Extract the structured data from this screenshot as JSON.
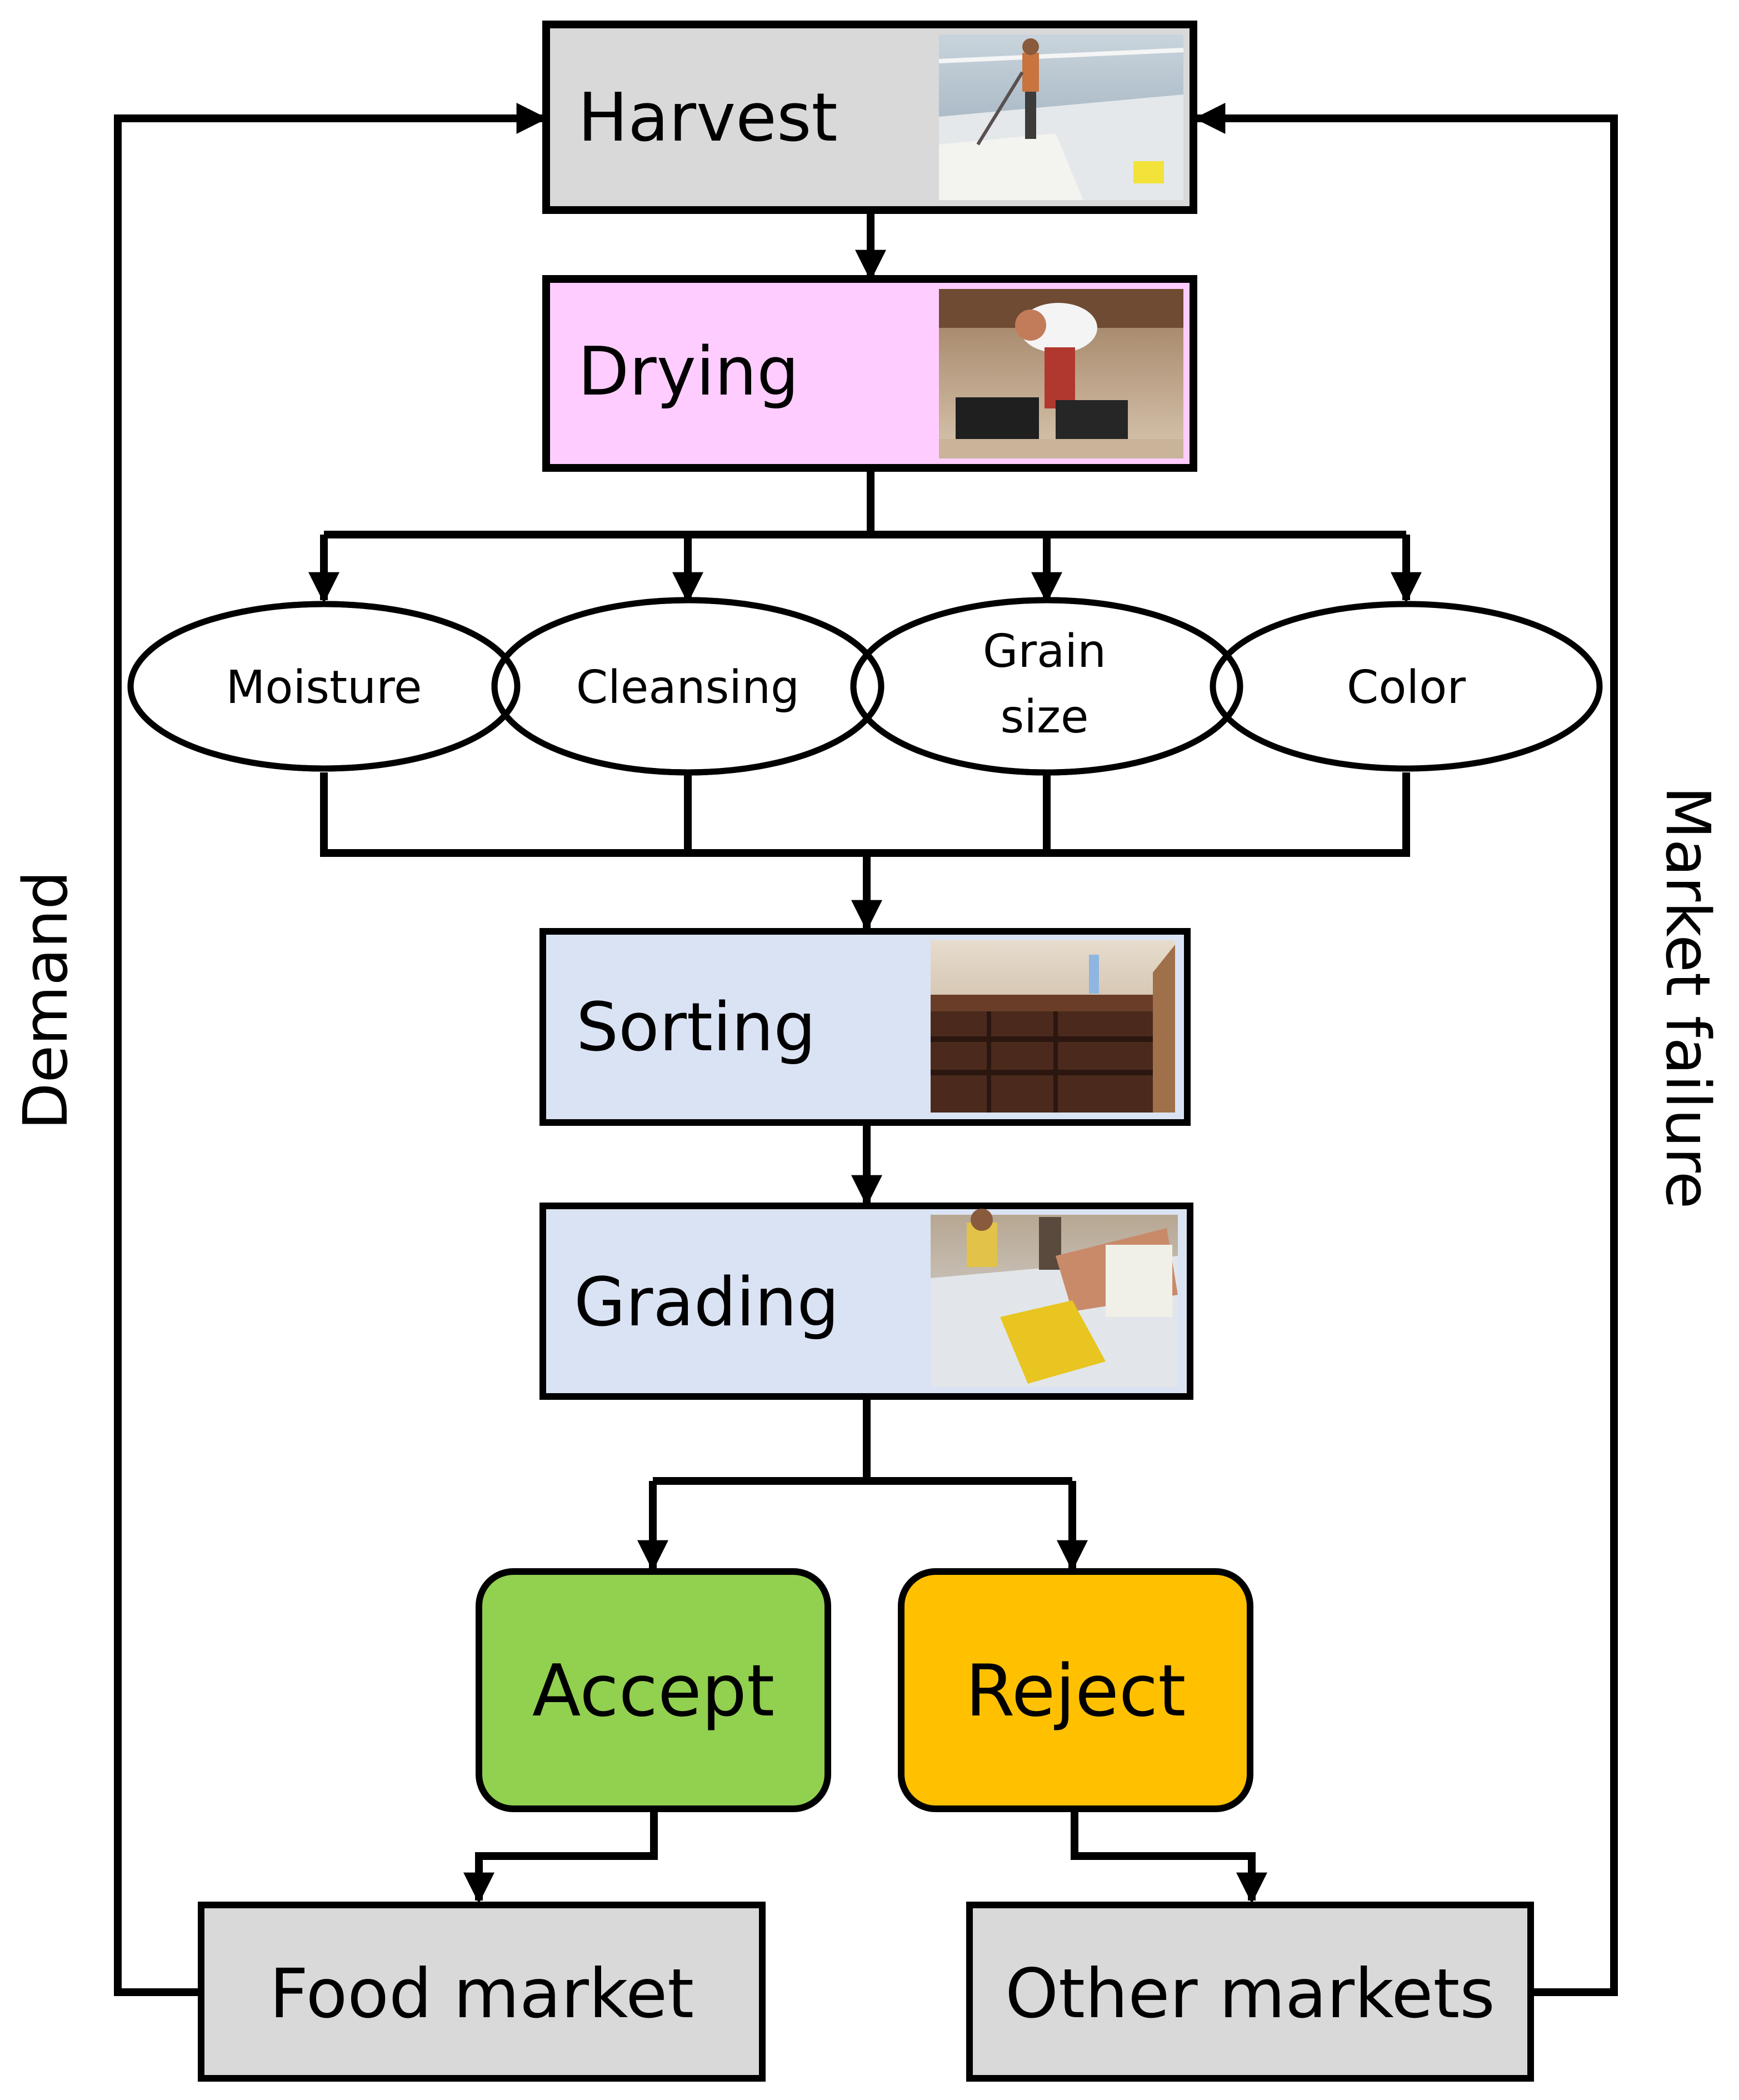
{
  "stages": {
    "harvest": {
      "label": "Harvest",
      "fill": "#d9d9d9"
    },
    "drying": {
      "label": "Drying",
      "fill": "#ffccff"
    },
    "sorting": {
      "label": "Sorting",
      "fill": "#dae3f3"
    },
    "grading": {
      "label": "Grading",
      "fill": "#dae3f3"
    }
  },
  "checks": {
    "moisture": "Moisture",
    "cleansing": "Cleansing",
    "grain_size_line1": "Grain",
    "grain_size_line2": "size",
    "color": "Color"
  },
  "decisions": {
    "accept": {
      "label": "Accept",
      "fill": "#92d050"
    },
    "reject": {
      "label": "Reject",
      "fill": "#ffc000"
    }
  },
  "markets": {
    "food": {
      "label": "Food market",
      "fill": "#d9d9d9"
    },
    "other": {
      "label": "Other markets",
      "fill": "#d9d9d9"
    }
  },
  "feedback": {
    "demand": "Demand",
    "market_failure": "Market failure"
  },
  "icons": {
    "harvest_photo": "salt-harvest-photo",
    "drying_photo": "salt-drying-photo",
    "sorting_photo": "salt-sorting-photo",
    "grading_photo": "salt-grading-photo"
  }
}
